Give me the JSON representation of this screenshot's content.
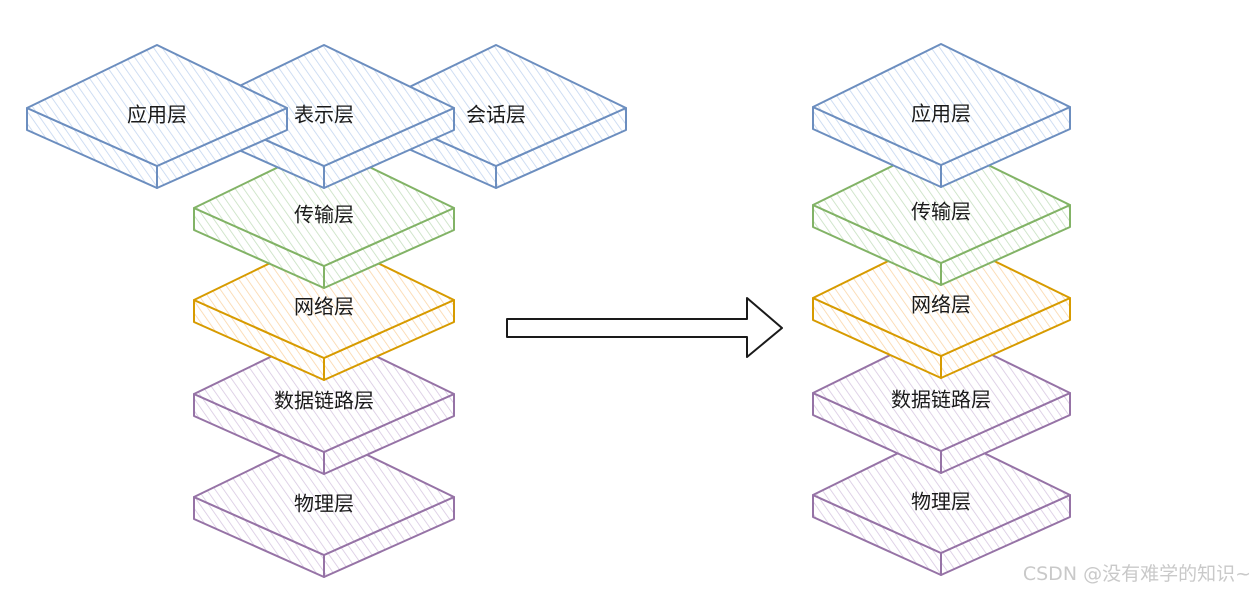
{
  "diagram": {
    "left_stack": {
      "top_row": [
        {
          "id": "application",
          "label": "应用层",
          "color": "#6c8ebf",
          "fill": "#dae8fc"
        },
        {
          "id": "presentation",
          "label": "表示层",
          "color": "#6c8ebf",
          "fill": "#dae8fc"
        },
        {
          "id": "session",
          "label": "会话层",
          "color": "#6c8ebf",
          "fill": "#dae8fc"
        }
      ],
      "layers": [
        {
          "id": "transport",
          "label": "传输层",
          "color": "#82b366",
          "fill": "#d5e8d4"
        },
        {
          "id": "network",
          "label": "网络层",
          "color": "#d79b00",
          "fill": "#ffe6cc"
        },
        {
          "id": "datalink",
          "label": "数据链路层",
          "color": "#9673a6",
          "fill": "#e1d5e7"
        },
        {
          "id": "physical",
          "label": "物理层",
          "color": "#9673a6",
          "fill": "#e1d5e7"
        }
      ]
    },
    "right_stack": {
      "layers": [
        {
          "id": "application",
          "label": "应用层",
          "color": "#6c8ebf",
          "fill": "#dae8fc"
        },
        {
          "id": "transport",
          "label": "传输层",
          "color": "#82b366",
          "fill": "#d5e8d4"
        },
        {
          "id": "network",
          "label": "网络层",
          "color": "#d79b00",
          "fill": "#ffe6cc"
        },
        {
          "id": "datalink",
          "label": "数据链路层",
          "color": "#9673a6",
          "fill": "#e1d5e7"
        },
        {
          "id": "physical",
          "label": "物理层",
          "color": "#9673a6",
          "fill": "#e1d5e7"
        }
      ]
    }
  },
  "watermark": "CSDN @没有难学的知识~"
}
